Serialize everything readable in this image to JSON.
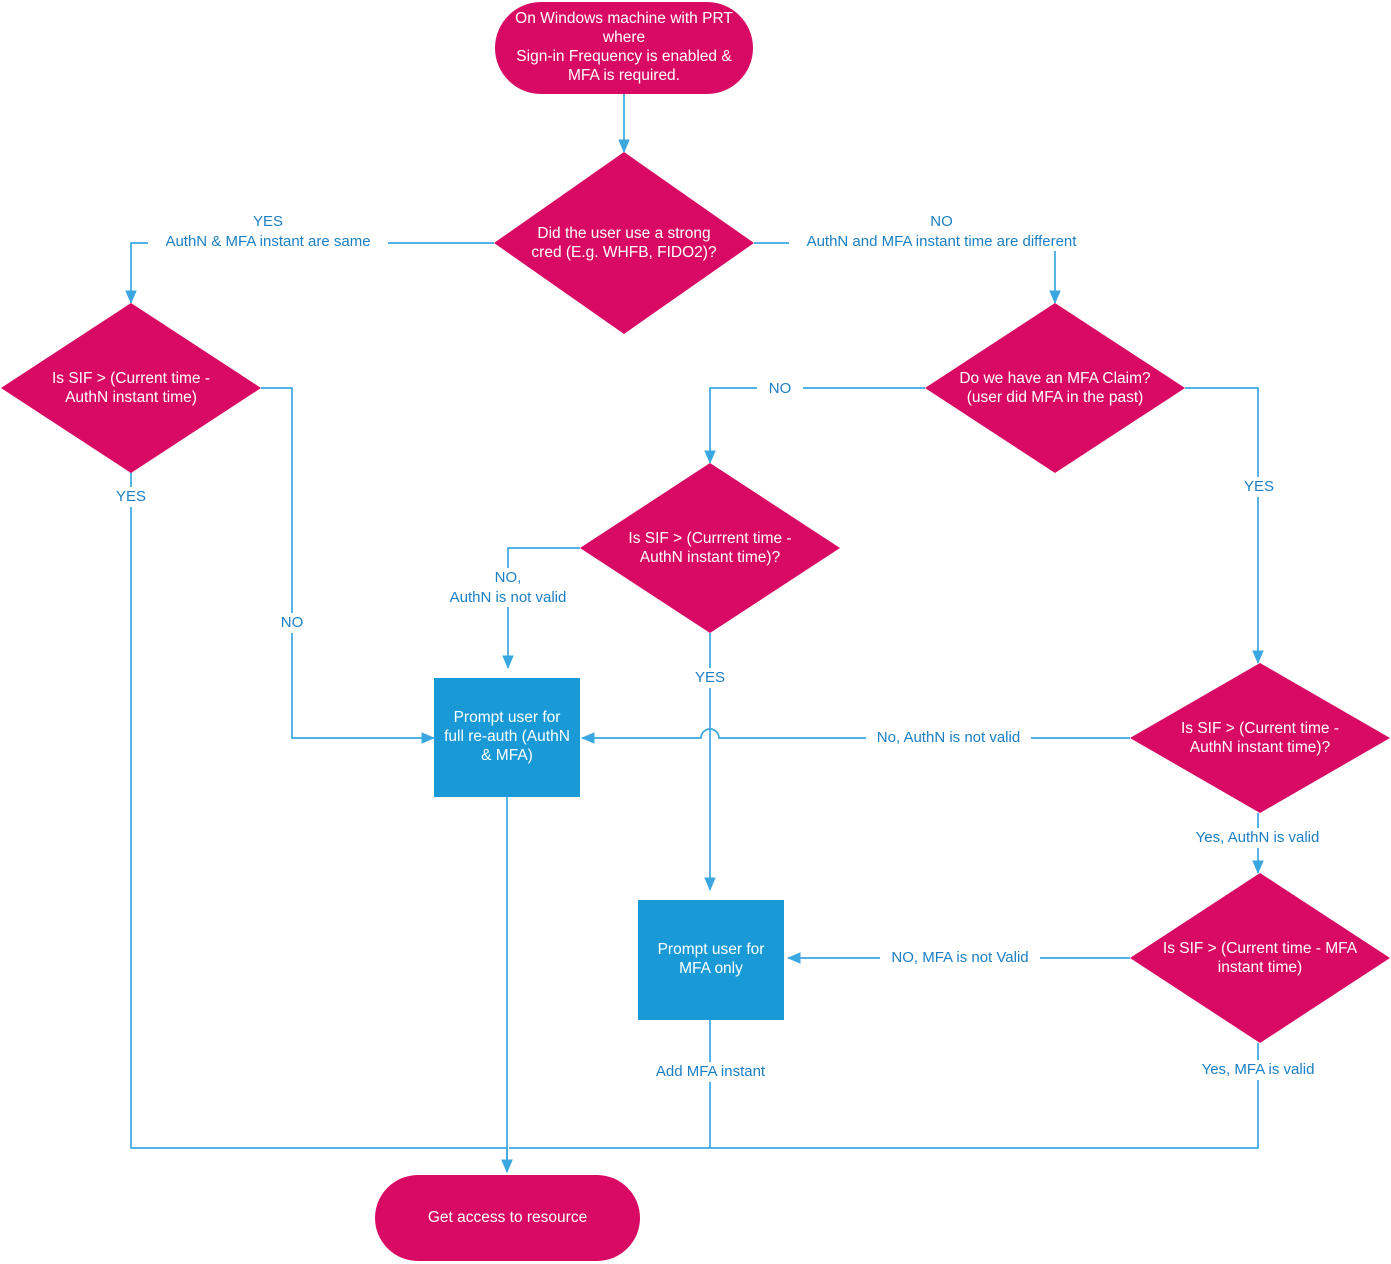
{
  "diagram": {
    "title": "Sign-in Frequency and MFA evaluation flow",
    "colors": {
      "terminator_fill": "#d80a64",
      "decision_fill": "#d80a64",
      "process_fill": "#199ad6",
      "edge_stroke": "#3aa7e0",
      "edge_label_text": "#1b7fc4",
      "node_text": "#ffffff",
      "background": "#ffffff"
    },
    "nodes": [
      {
        "id": "start",
        "type": "terminator",
        "label": "On Windows machine with PRT where\nSign-in Frequency is enabled &\nMFA is required."
      },
      {
        "id": "strong-cred",
        "type": "decision",
        "label": "Did the user use a strong\ncred (E.g. WHFB, FIDO2)?"
      },
      {
        "id": "sif-authn-left",
        "type": "decision",
        "label": "Is SIF > (Current time -\nAuthN instant time)"
      },
      {
        "id": "mfa-claim",
        "type": "decision",
        "label": "Do we have an MFA Claim?\n(user did MFA in the past)"
      },
      {
        "id": "sif-authn-middle",
        "type": "decision",
        "label": "Is SIF > (Currrent time -\nAuthN instant time)?"
      },
      {
        "id": "sif-authn-right",
        "type": "decision",
        "label": "Is SIF > (Current time -\nAuthN instant time)?"
      },
      {
        "id": "sif-mfa-right",
        "type": "decision",
        "label": "Is SIF > (Current time - MFA\ninstant time)"
      },
      {
        "id": "prompt-full-reauth",
        "type": "process",
        "label": "Prompt user for\nfull re-auth (AuthN\n& MFA)"
      },
      {
        "id": "prompt-mfa-only",
        "type": "process",
        "label": "Prompt user for\nMFA only"
      },
      {
        "id": "get-access",
        "type": "terminator",
        "label": "Get access to resource"
      }
    ],
    "edge_labels": [
      {
        "id": "yes-authn-mfa-same",
        "text": "YES\nAuthN & MFA instant are same"
      },
      {
        "id": "no-authn-mfa-different",
        "text": "NO\nAuthN and MFA instant time are different"
      },
      {
        "id": "left-yes",
        "text": "YES"
      },
      {
        "id": "left-no",
        "text": "NO"
      },
      {
        "id": "mfa-claim-no",
        "text": "NO"
      },
      {
        "id": "mfa-claim-yes",
        "text": "YES"
      },
      {
        "id": "middle-no-authn-not-valid",
        "text": "NO,\nAuthN is not valid"
      },
      {
        "id": "middle-yes",
        "text": "YES"
      },
      {
        "id": "right-no-authn-not-valid",
        "text": "No, AuthN is not valid"
      },
      {
        "id": "right-yes-authn-valid",
        "text": "Yes, AuthN is valid"
      },
      {
        "id": "right-no-mfa-not-valid",
        "text": "NO, MFA is not Valid"
      },
      {
        "id": "right-yes-mfa-valid",
        "text": "Yes, MFA is valid"
      },
      {
        "id": "add-mfa-instant",
        "text": "Add MFA instant"
      }
    ]
  }
}
